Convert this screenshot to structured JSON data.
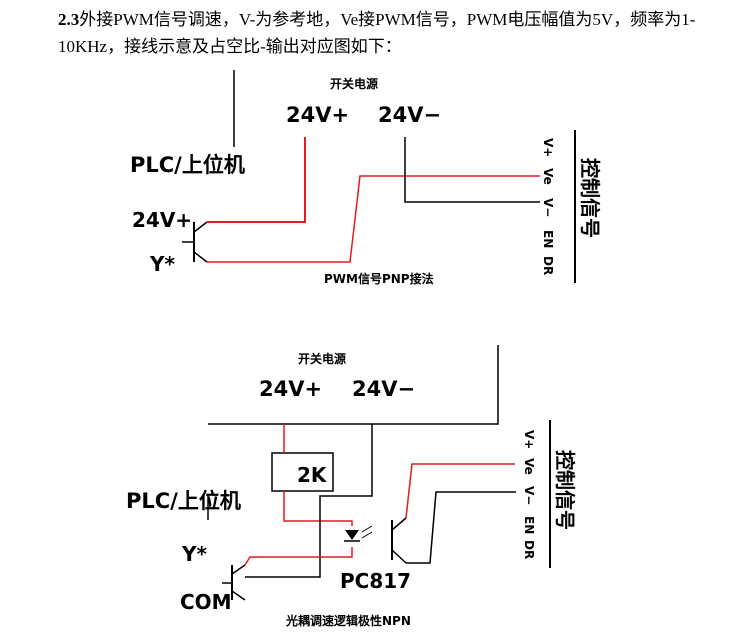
{
  "heading": {
    "section_number": "2.3",
    "text": "外接PWM信号调速，V-为参考地，Ve接PWM信号，PWM电压幅值为5V，频率为1-10KHz，接线示意及占空比-输出对应图如下："
  },
  "pnp_diagram": {
    "power_title": "开关电源",
    "v_plus": "24V+",
    "v_minus": "24V−",
    "controller": "PLC/上位机",
    "plc_24v": "24V+",
    "plc_y": "Y*",
    "pins": [
      "V+",
      "Ve",
      "V−",
      "EN",
      "DR"
    ],
    "signal_label": "控制信号",
    "caption": "PWM信号PNP接法"
  },
  "npn_diagram": {
    "power_title": "开关电源",
    "v_plus": "24V+",
    "v_minus": "24V−",
    "resistor": "2K",
    "controller": "PLC/上位机",
    "plc_y": "Y*",
    "plc_com": "COM",
    "optocoupler": "PC817",
    "pins": [
      "V+",
      "Ve",
      "V−",
      "EN",
      "DR"
    ],
    "signal_label": "控制信号",
    "caption": "光耦调速逻辑极性NPN"
  },
  "colors": {
    "red_wire": "#e8191f",
    "black_wire": "#000000"
  }
}
